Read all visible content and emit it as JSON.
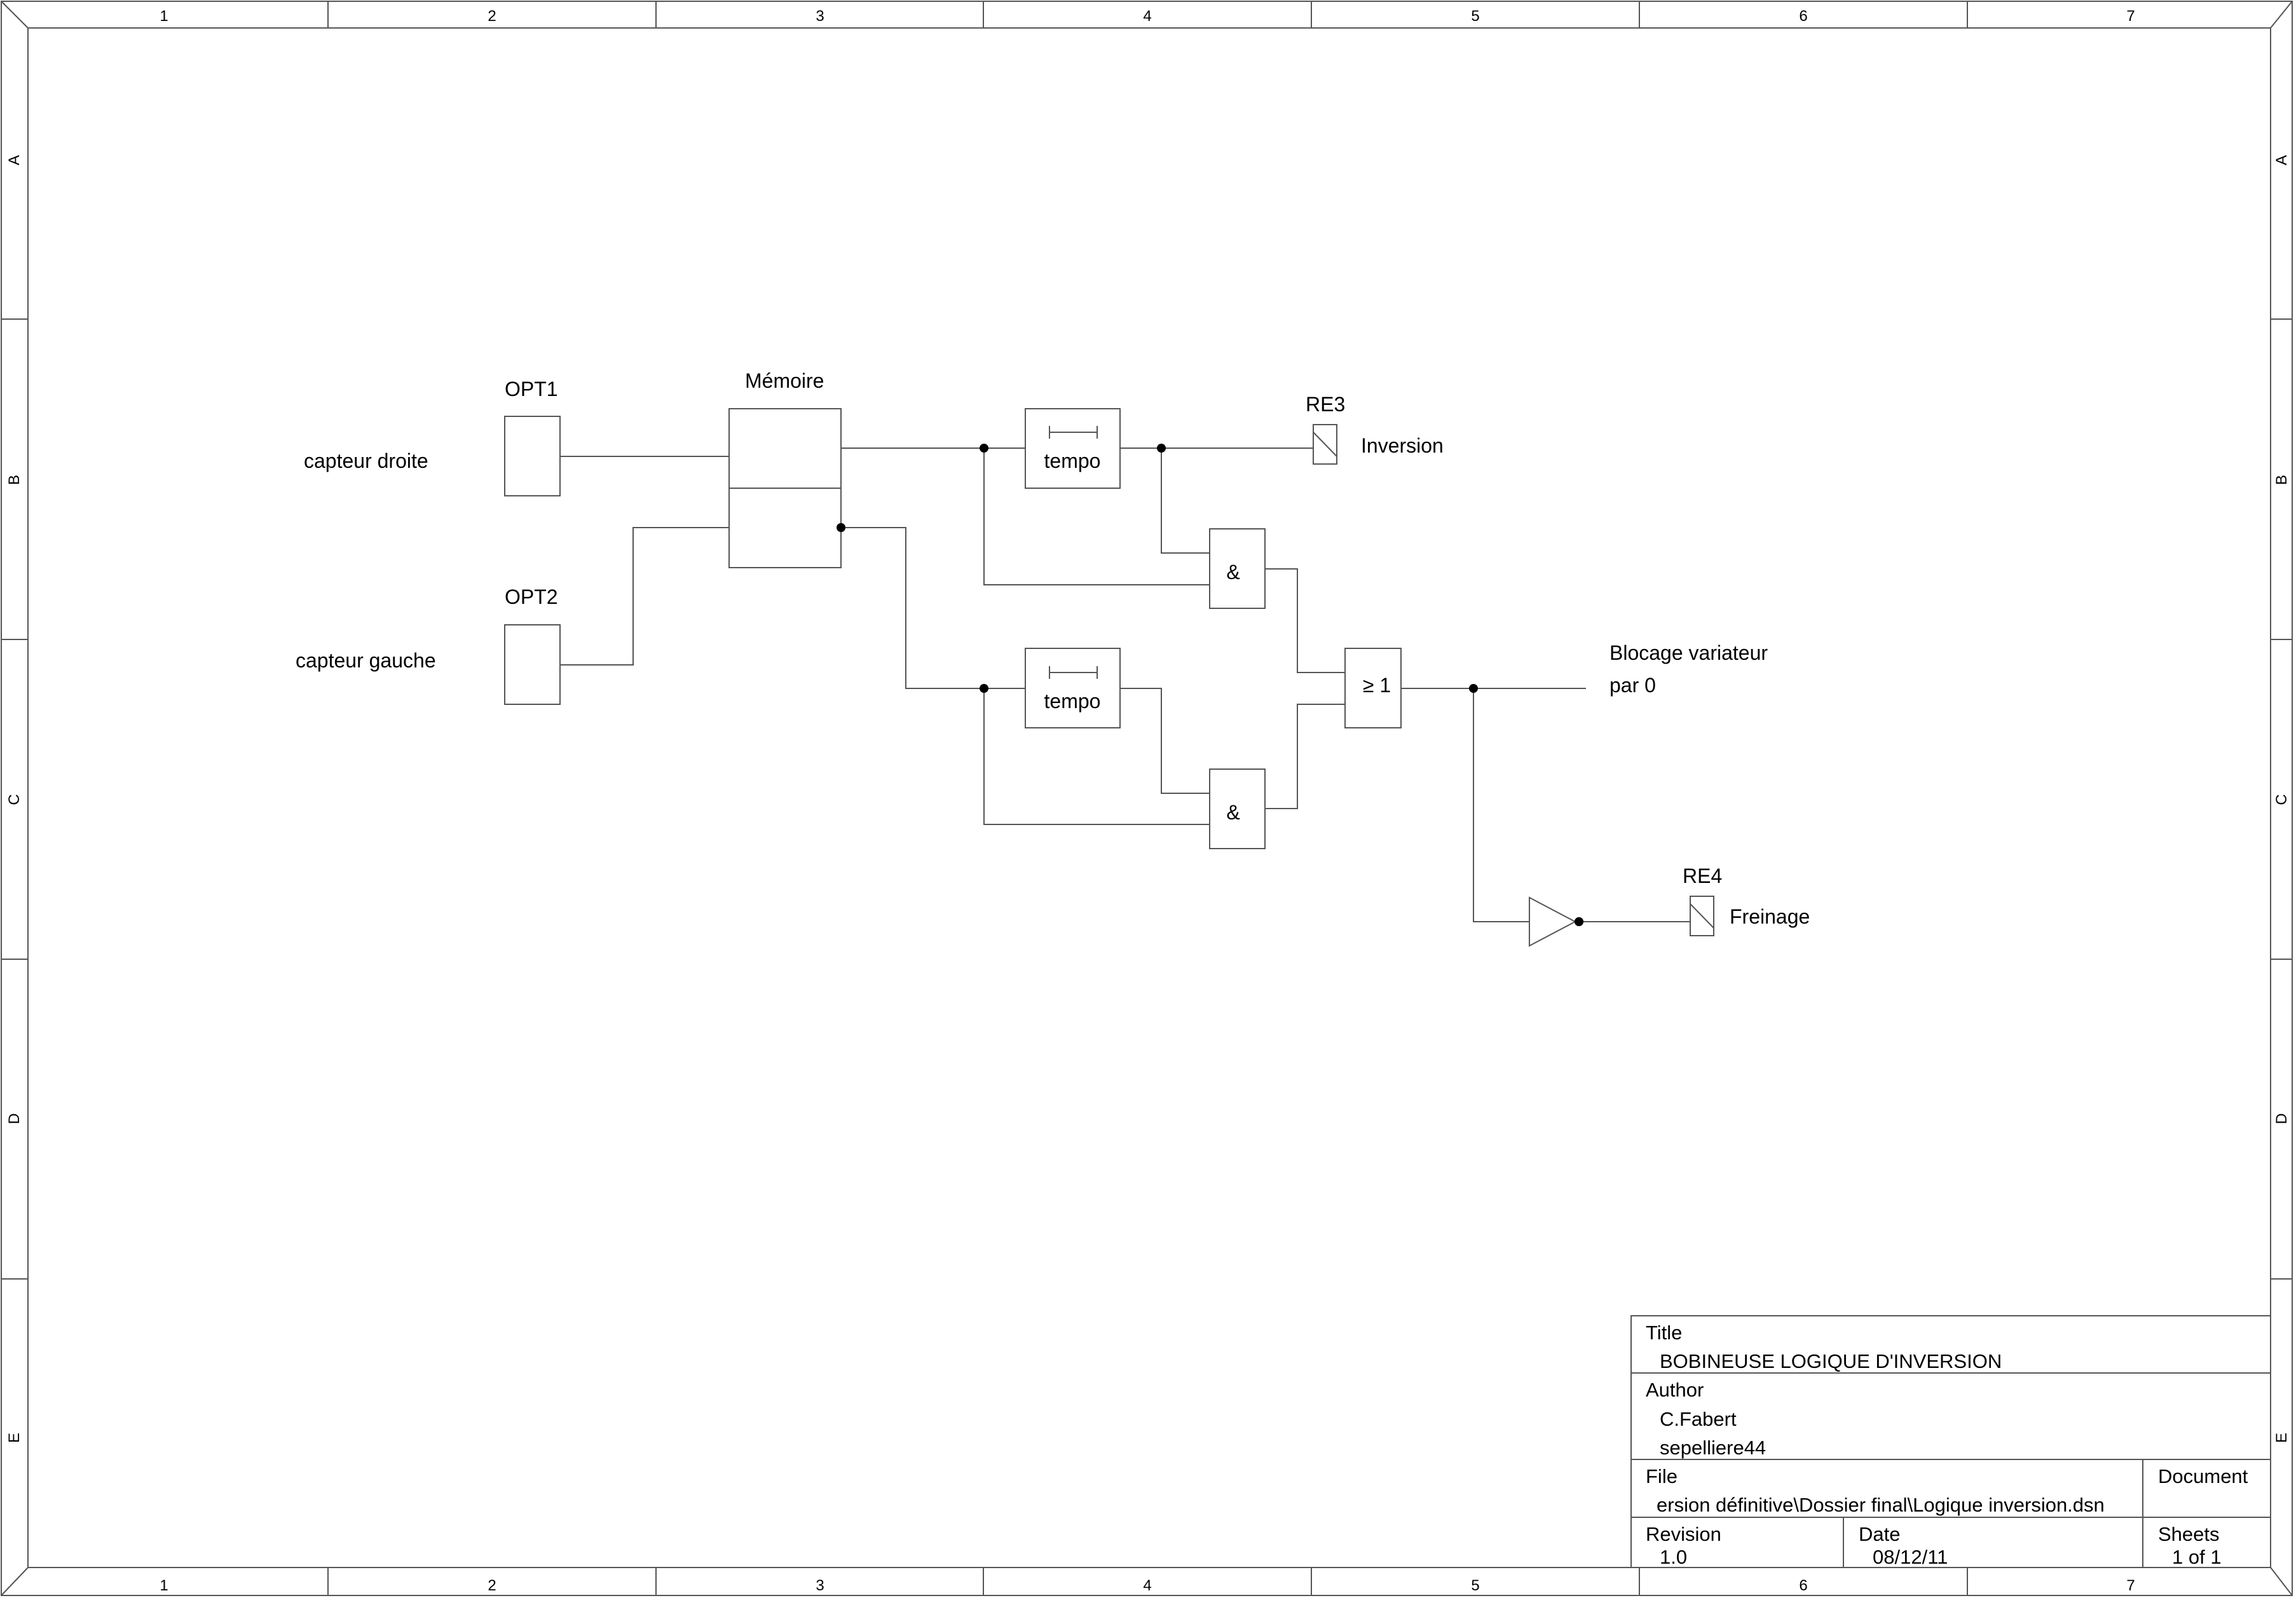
{
  "frame": {
    "columns": [
      "1",
      "2",
      "3",
      "4",
      "5",
      "6",
      "7"
    ],
    "rows": [
      "A",
      "B",
      "C",
      "D",
      "E"
    ]
  },
  "diagram": {
    "labels": {
      "capteur_droite": "capteur droite",
      "capteur_gauche": "capteur gauche",
      "opt1": "OPT1",
      "opt2": "OPT2",
      "memoire": "Mémoire",
      "tempo_top": "tempo",
      "tempo_bottom": "tempo",
      "and_top": "&",
      "and_bottom": "&",
      "or_gate": "≥ 1",
      "re3": "RE3",
      "inversion": "Inversion",
      "blocage_line1": "Blocage variateur",
      "blocage_line2": "par 0",
      "re4": "RE4",
      "freinage": "Freinage"
    }
  },
  "title_block": {
    "title_label": "Title",
    "title_value": "BOBINEUSE  LOGIQUE D'INVERSION",
    "author_label": "Author",
    "author_line1": "C.Fabert",
    "author_line2": "sepelliere44",
    "file_label": "File",
    "file_value": "ersion définitive\\Dossier final\\Logique inversion.dsn",
    "document_label": "Document",
    "revision_label": "Revision",
    "revision_value": "1.0",
    "date_label": "Date",
    "date_value": "08/12/11",
    "sheets_label": "Sheets",
    "sheets_value": "1 of 1"
  }
}
